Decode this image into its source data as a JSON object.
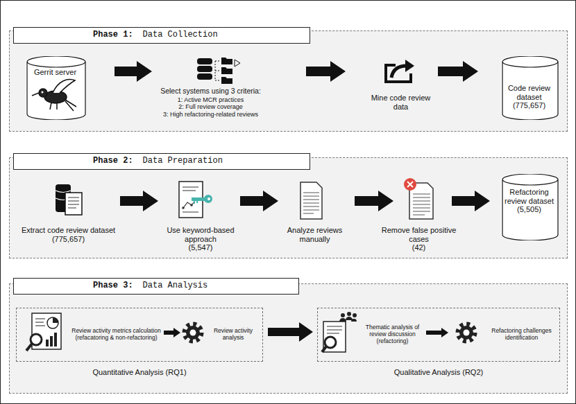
{
  "diagram": {
    "nodes": [
      {
        "text": [
          "Phase 1:",
          "Data Collection"
        ]
      },
      {
        "text": [
          "Gerrit server"
        ],
        "in": 0
      },
      {
        "text": [
          "Select systems using 3 criteria:",
          "1: Active MCR practices",
          "2: Full review coverage",
          "3: High refactoring-related reviews"
        ],
        "in": 0
      },
      {
        "text": [
          "Mine code review data"
        ],
        "in": 0
      },
      {
        "text": [
          "Code review dataset",
          "(775,657)"
        ],
        "in": 0
      },
      {
        "text": [
          "Phase 2:",
          "Data Preparation"
        ]
      },
      {
        "text": [
          "Extract code review dataset",
          "(775,657)"
        ],
        "in": 5
      },
      {
        "text": [
          "Use keyword-based approach",
          "(5,547)"
        ],
        "in": 5
      },
      {
        "text": [
          "Analyze reviews manually"
        ],
        "in": 5
      },
      {
        "text": [
          "Remove false positive cases",
          "(42)"
        ],
        "in": 5
      },
      {
        "text": [
          "Refactoring review dataset",
          "(5,505)"
        ],
        "in": 5
      },
      {
        "text": [
          "Phase 3:",
          "Data Analysis"
        ]
      },
      {
        "text": [
          "Quantitative Analysis (RQ1)"
        ],
        "in": 11
      },
      {
        "text": [
          "Review activity metrics calculation (refacatoring & non-refactoring)"
        ],
        "in": 12
      },
      {
        "text": [
          "Review activity analysis"
        ],
        "in": 12
      },
      {
        "text": [
          "Qualitative Analysis (RQ2)"
        ],
        "in": 11
      },
      {
        "text": [
          "Thematic analysis of review discussion (refactoring)"
        ],
        "in": 15
      },
      {
        "text": [
          "Refactoring challenges identification"
        ],
        "in": 15
      }
    ],
    "edges": [
      {
        "from": 1,
        "to": 2,
        "arrow": "to"
      },
      {
        "from": 2,
        "to": 3,
        "arrow": "to"
      },
      {
        "from": 3,
        "to": 4,
        "arrow": "to"
      },
      {
        "from": 6,
        "to": 7,
        "arrow": "to"
      },
      {
        "from": 7,
        "to": 8,
        "arrow": "to"
      },
      {
        "from": 8,
        "to": 9,
        "arrow": "to"
      },
      {
        "from": 9,
        "to": 10,
        "arrow": "to"
      },
      {
        "from": 13,
        "to": 14,
        "arrow": "to"
      },
      {
        "from": 12,
        "to": 15,
        "arrow": "to"
      },
      {
        "from": 16,
        "to": 17,
        "arrow": "to"
      }
    ]
  }
}
